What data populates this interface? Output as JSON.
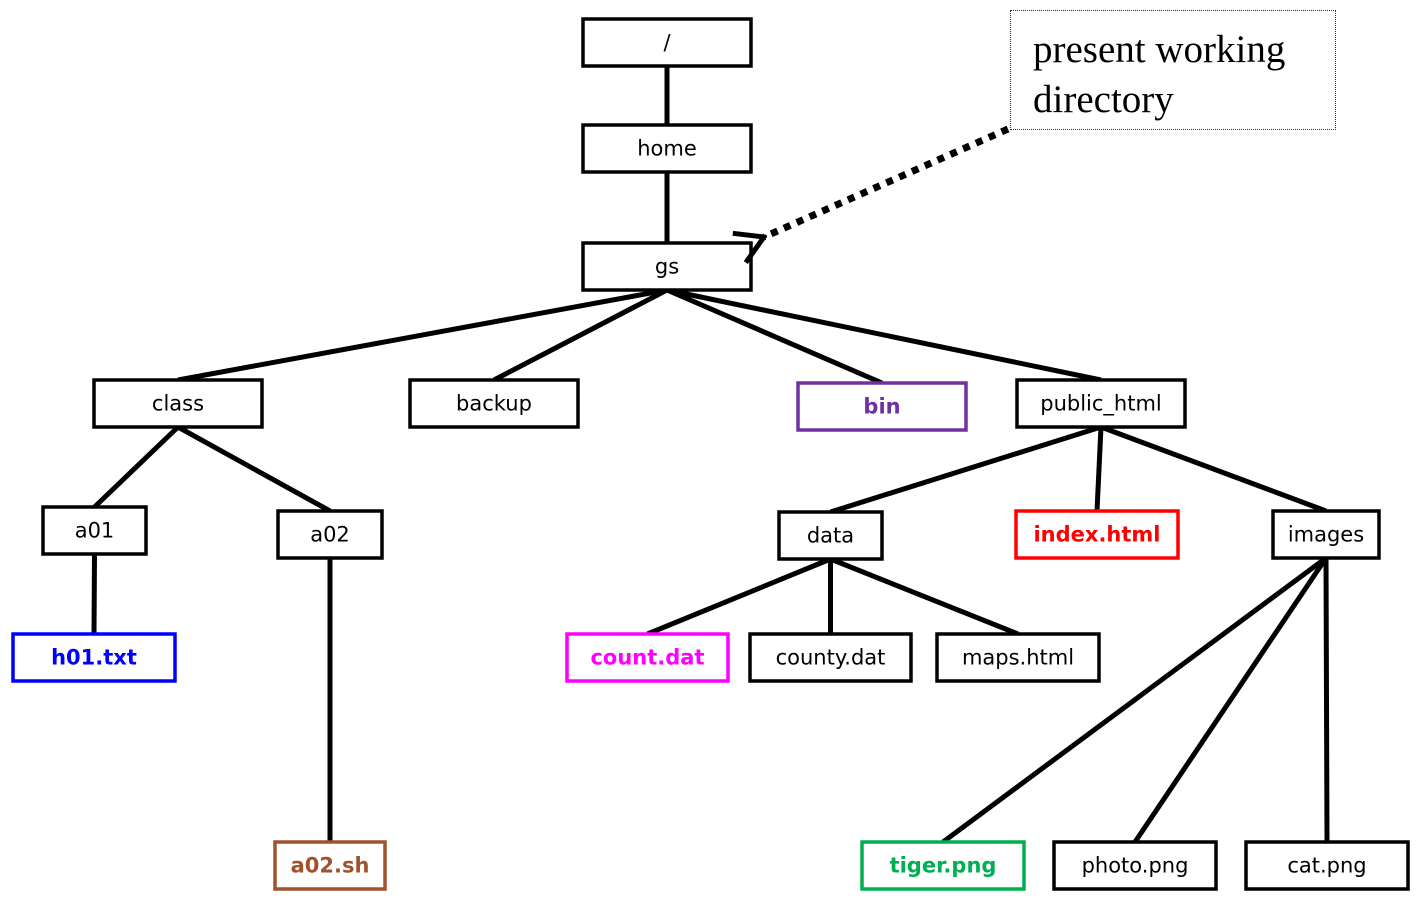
{
  "callout": {
    "line1": "present working",
    "line2": "directory",
    "points_to": "gs"
  },
  "colors": {
    "default": "#000000",
    "executable": "#7030a0",
    "html": "#ff0000",
    "text_file": "#0000ff",
    "shell_script": "#a0522d",
    "data_file": "#ff00ff",
    "image_file": "#00b050"
  },
  "tree": {
    "nodes": [
      {
        "id": "root",
        "label": "/",
        "color": "#000000",
        "bold": false
      },
      {
        "id": "home",
        "label": "home",
        "color": "#000000",
        "bold": false
      },
      {
        "id": "gs",
        "label": "gs",
        "color": "#000000",
        "bold": false
      },
      {
        "id": "class",
        "label": "class",
        "color": "#000000",
        "bold": false
      },
      {
        "id": "backup",
        "label": "backup",
        "color": "#000000",
        "bold": false
      },
      {
        "id": "bin",
        "label": "bin",
        "color": "#7030a0",
        "bold": true
      },
      {
        "id": "public_html",
        "label": "public_html",
        "color": "#000000",
        "bold": false
      },
      {
        "id": "a01",
        "label": "a01",
        "color": "#000000",
        "bold": false
      },
      {
        "id": "a02",
        "label": "a02",
        "color": "#000000",
        "bold": false
      },
      {
        "id": "data",
        "label": "data",
        "color": "#000000",
        "bold": false
      },
      {
        "id": "index_html",
        "label": "index.html",
        "color": "#ff0000",
        "bold": true
      },
      {
        "id": "images",
        "label": "images",
        "color": "#000000",
        "bold": false
      },
      {
        "id": "h01_txt",
        "label": "h01.txt",
        "color": "#0000ff",
        "bold": true
      },
      {
        "id": "count_dat",
        "label": "count.dat",
        "color": "#ff00ff",
        "bold": true
      },
      {
        "id": "county_dat",
        "label": "county.dat",
        "color": "#000000",
        "bold": false
      },
      {
        "id": "maps_html",
        "label": "maps.html",
        "color": "#000000",
        "bold": false
      },
      {
        "id": "a02_sh",
        "label": "a02.sh",
        "color": "#a0522d",
        "bold": true
      },
      {
        "id": "tiger_png",
        "label": "tiger.png",
        "color": "#00b050",
        "bold": true
      },
      {
        "id": "photo_png",
        "label": "photo.png",
        "color": "#000000",
        "bold": false
      },
      {
        "id": "cat_png",
        "label": "cat.png",
        "color": "#000000",
        "bold": false
      }
    ],
    "edges": [
      [
        "root",
        "home"
      ],
      [
        "home",
        "gs"
      ],
      [
        "gs",
        "class"
      ],
      [
        "gs",
        "backup"
      ],
      [
        "gs",
        "bin"
      ],
      [
        "gs",
        "public_html"
      ],
      [
        "class",
        "a01"
      ],
      [
        "class",
        "a02"
      ],
      [
        "a01",
        "h01_txt"
      ],
      [
        "a02",
        "a02_sh"
      ],
      [
        "public_html",
        "data"
      ],
      [
        "public_html",
        "index_html"
      ],
      [
        "public_html",
        "images"
      ],
      [
        "data",
        "count_dat"
      ],
      [
        "data",
        "county_dat"
      ],
      [
        "data",
        "maps_html"
      ],
      [
        "images",
        "tiger_png"
      ],
      [
        "images",
        "photo_png"
      ],
      [
        "images",
        "cat_png"
      ]
    ]
  }
}
